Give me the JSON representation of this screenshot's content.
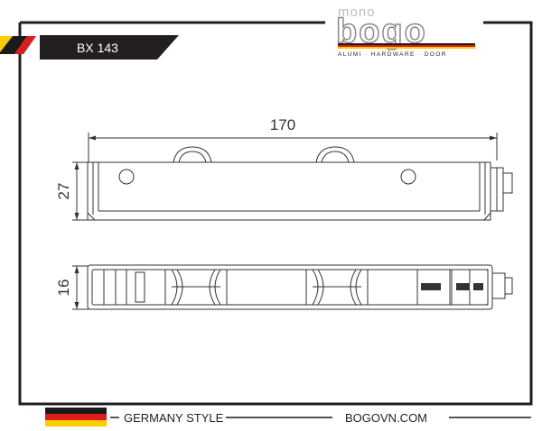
{
  "header": {
    "model_code": "BX 143",
    "flag_colors": [
      "#1a1a1a",
      "#dd1c1c",
      "#ffcc00"
    ]
  },
  "logo": {
    "word_top": "mono",
    "word_main": "bogo",
    "tagline": "ALUMI · HARDWARE · DOOR"
  },
  "drawing": {
    "dim_length": "170",
    "dim_height_side": "27",
    "dim_height_top": "16"
  },
  "footer": {
    "style_label": "GERMANY STYLE",
    "website": "BOGOVN.COM",
    "flag_colors": [
      "#1a1a1a",
      "#dd1c1c",
      "#ffcc00"
    ]
  },
  "colors": {
    "frame": "#231f20",
    "header_band": "#231f20",
    "line": "#333333"
  }
}
